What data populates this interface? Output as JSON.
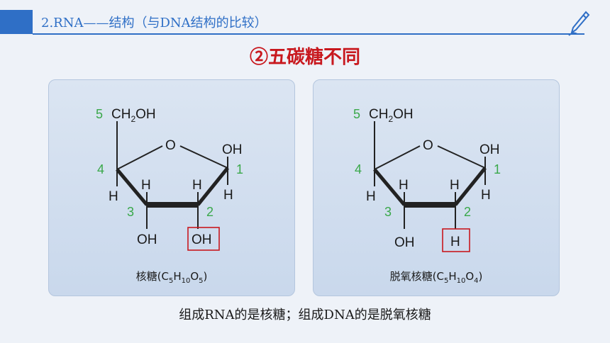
{
  "header": {
    "title": "2.RNA——结构（与DNA结构的比较）"
  },
  "subtitle": "②五碳糖不同",
  "ribose": {
    "group5": "CH",
    "group5_sub": "2",
    "group5_tail": "OH",
    "ring_o": "O",
    "c1_oh": "OH",
    "c1_h": "H",
    "c2_sub": "OH",
    "c3_h": "H",
    "c2_h": "H",
    "c3_oh": "OH",
    "c4_h": "H",
    "num5": "5",
    "num4": "4",
    "num3": "3",
    "num2": "2",
    "num1": "1",
    "caption_name": "核糖(C",
    "caption_s1": "5",
    "caption_h": "H",
    "caption_s2": "10",
    "caption_o": "O",
    "caption_s3": "5",
    "caption_end": ")"
  },
  "deoxyribose": {
    "group5": "CH",
    "group5_sub": "2",
    "group5_tail": "OH",
    "ring_o": "O",
    "c1_oh": "OH",
    "c1_h": "H",
    "c2_sub": "H",
    "c3_h": "H",
    "c2_h": "H",
    "c3_oh": "OH",
    "c4_h": "H",
    "num5": "5",
    "num4": "4",
    "num3": "3",
    "num2": "2",
    "num1": "1",
    "caption_name": "脱氧核糖(C",
    "caption_s1": "5",
    "caption_h": "H",
    "caption_s2": "10",
    "caption_o": "O",
    "caption_s3": "4",
    "caption_end": ")"
  },
  "bottom_text": "组成RNA的是核糖；组成DNA的是脱氧核糖",
  "colors": {
    "accent": "#2f6fc6",
    "highlight_red": "#c8181e",
    "label_green": "#3aa84a"
  }
}
